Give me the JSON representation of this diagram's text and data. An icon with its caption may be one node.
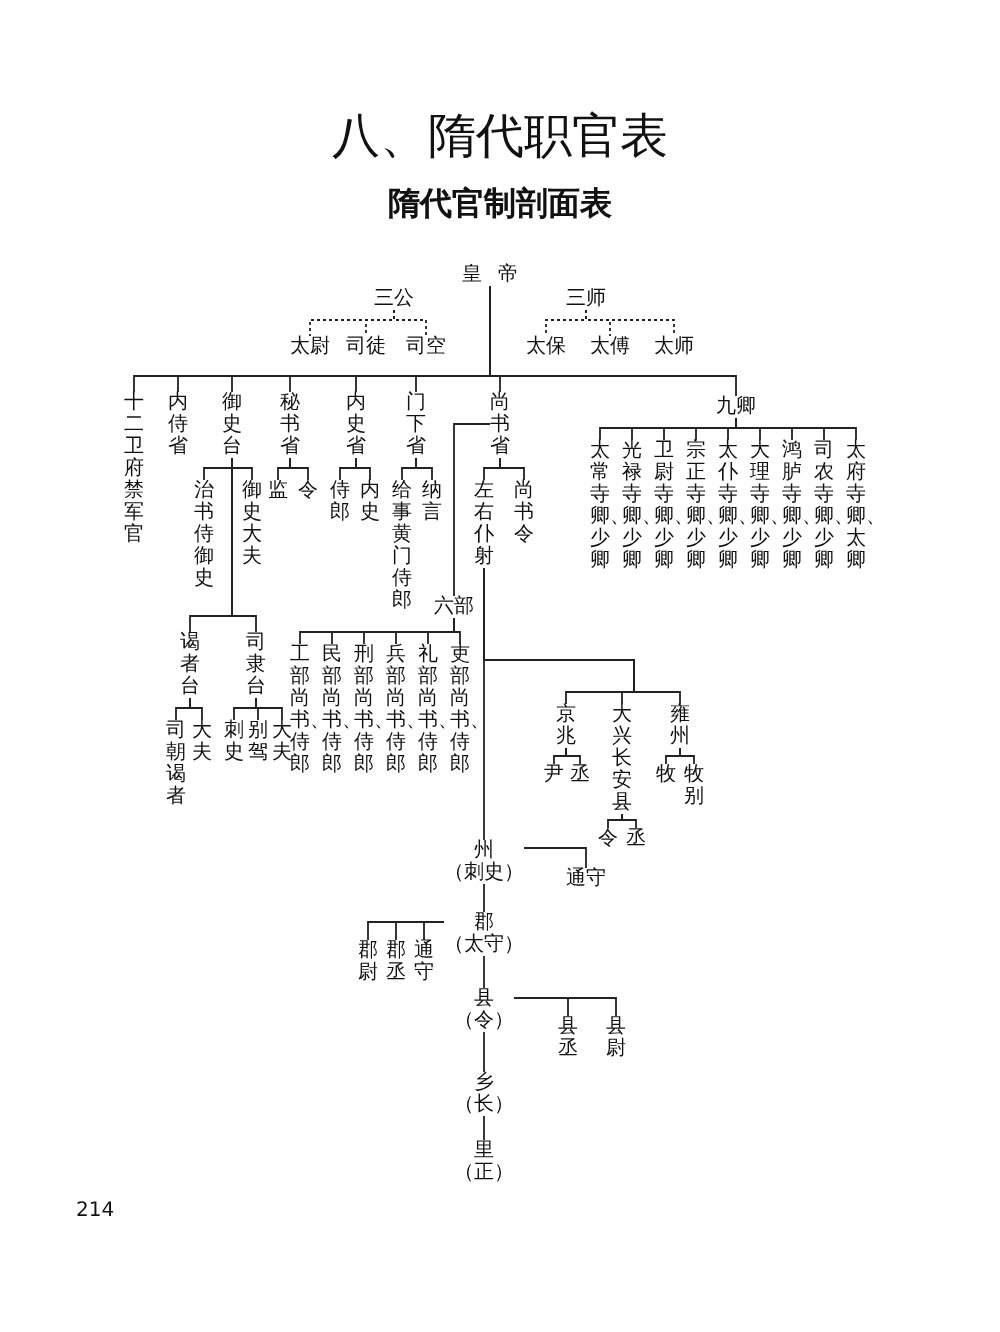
{
  "diagram": {
    "title": "八、隋代职官表",
    "nodes": [
      {
        "text": [
          "皇帝"
        ]
      },
      {
        "text": [
          "三公"
        ]
      },
      {
        "text": [
          "三师"
        ]
      },
      {
        "text": [
          "太尉"
        ]
      },
      {
        "text": [
          "司徒"
        ]
      },
      {
        "text": [
          "司空"
        ]
      },
      {
        "text": [
          "太保"
        ]
      },
      {
        "text": [
          "太傅"
        ]
      },
      {
        "text": [
          "太师"
        ]
      },
      {
        "text": [
          "十二卫府禁军官"
        ]
      },
      {
        "text": [
          "内侍省"
        ]
      },
      {
        "text": [
          "御史台"
        ]
      },
      {
        "text": [
          "秘书省"
        ]
      },
      {
        "text": [
          "内史省"
        ]
      },
      {
        "text": [
          "门下省"
        ]
      },
      {
        "text": [
          "尚书省"
        ]
      },
      {
        "text": [
          "九卿"
        ]
      },
      {
        "text": [
          "治书侍御史"
        ]
      },
      {
        "text": [
          "御史大夫"
        ]
      },
      {
        "text": [
          "谒者台"
        ]
      },
      {
        "text": [
          "司隶台"
        ]
      },
      {
        "text": [
          "司朝谒者"
        ]
      },
      {
        "text": [
          "大夫"
        ]
      },
      {
        "text": [
          "刺史"
        ]
      },
      {
        "text": [
          "别驾"
        ]
      },
      {
        "text": [
          "大夫"
        ]
      },
      {
        "text": [
          "监"
        ]
      },
      {
        "text": [
          "令"
        ]
      },
      {
        "text": [
          "侍郎"
        ]
      },
      {
        "text": [
          "内史"
        ]
      },
      {
        "text": [
          "给事黄门侍郎"
        ]
      },
      {
        "text": [
          "纳言"
        ]
      },
      {
        "text": [
          "左右仆射"
        ]
      },
      {
        "text": [
          "尚书令"
        ]
      },
      {
        "text": [
          "六部"
        ]
      },
      {
        "text": [
          "工部尚书、侍郎"
        ]
      },
      {
        "text": [
          "民部尚书、侍郎"
        ]
      },
      {
        "text": [
          "刑部尚书、侍郎"
        ]
      },
      {
        "text": [
          "兵部尚书、侍郎"
        ]
      },
      {
        "text": [
          "礼部尚书、侍郎"
        ]
      },
      {
        "text": [
          "吏部尚书、侍郎"
        ]
      },
      {
        "text": [
          "京兆"
        ]
      },
      {
        "text": [
          "大兴长安县"
        ]
      },
      {
        "text": [
          "雍州"
        ]
      },
      {
        "text": [
          "尹"
        ]
      },
      {
        "text": [
          "丞"
        ]
      },
      {
        "text": [
          "令"
        ]
      },
      {
        "text": [
          "丞"
        ]
      },
      {
        "text": [
          "牧"
        ]
      },
      {
        "text": [
          "牧别"
        ]
      },
      {
        "text": [
          "太常寺卿、少卿"
        ]
      },
      {
        "text": [
          "光禄寺卿、少卿"
        ]
      },
      {
        "text": [
          "卫尉寺卿、少卿"
        ]
      },
      {
        "text": [
          "宗正寺卿、少卿"
        ]
      },
      {
        "text": [
          "太仆寺卿、少卿"
        ]
      },
      {
        "text": [
          "大理寺卿、少卿"
        ]
      },
      {
        "text": [
          "鸿胪寺卿、少卿"
        ]
      },
      {
        "text": [
          "司农寺卿、少卿"
        ]
      },
      {
        "text": [
          "太府寺卿、太卿"
        ]
      },
      {
        "text": [
          "州",
          "（刺史）"
        ]
      },
      {
        "text": [
          "通守"
        ]
      },
      {
        "text": [
          "郡",
          "（太守）"
        ]
      },
      {
        "text": [
          "郡尉"
        ]
      },
      {
        "text": [
          "郡丞"
        ]
      },
      {
        "text": [
          "通守"
        ]
      },
      {
        "text": [
          "县",
          "（令）"
        ]
      },
      {
        "text": [
          "县丞"
        ]
      },
      {
        "text": [
          "县尉"
        ]
      },
      {
        "text": [
          "乡",
          "（长）"
        ]
      },
      {
        "text": [
          "里",
          "（正）"
        ]
      }
    ],
    "edges": [
      {
        "from": 0,
        "to": 9,
        "arrow": "none"
      },
      {
        "from": 0,
        "to": 10,
        "arrow": "none"
      },
      {
        "from": 0,
        "to": 11,
        "arrow": "none"
      },
      {
        "from": 0,
        "to": 12,
        "arrow": "none"
      },
      {
        "from": 0,
        "to": 13,
        "arrow": "none"
      },
      {
        "from": 0,
        "to": 14,
        "arrow": "none"
      },
      {
        "from": 0,
        "to": 15,
        "arrow": "none"
      },
      {
        "from": 0,
        "to": 16,
        "arrow": "none"
      },
      {
        "from": 1,
        "to": 3,
        "arrow": "none",
        "style": "dashed"
      },
      {
        "from": 1,
        "to": 4,
        "arrow": "none",
        "style": "dashed"
      },
      {
        "from": 1,
        "to": 5,
        "arrow": "none",
        "style": "dashed"
      },
      {
        "from": 2,
        "to": 6,
        "arrow": "none",
        "style": "dashed"
      },
      {
        "from": 2,
        "to": 7,
        "arrow": "none",
        "style": "dashed"
      },
      {
        "from": 2,
        "to": 8,
        "arrow": "none",
        "style": "dashed"
      },
      {
        "from": 11,
        "to": 17,
        "arrow": "none"
      },
      {
        "from": 11,
        "to": 18,
        "arrow": "none"
      },
      {
        "from": 11,
        "to": 19,
        "arrow": "none"
      },
      {
        "from": 11,
        "to": 20,
        "arrow": "none"
      },
      {
        "from": 19,
        "to": 21,
        "arrow": "none"
      },
      {
        "from": 19,
        "to": 22,
        "arrow": "none"
      },
      {
        "from": 20,
        "to": 23,
        "arrow": "none"
      },
      {
        "from": 20,
        "to": 24,
        "arrow": "none"
      },
      {
        "from": 20,
        "to": 25,
        "arrow": "none"
      },
      {
        "from": 12,
        "to": 26,
        "arrow": "none"
      },
      {
        "from": 12,
        "to": 27,
        "arrow": "none"
      },
      {
        "from": 13,
        "to": 28,
        "arrow": "none"
      },
      {
        "from": 13,
        "to": 29,
        "arrow": "none"
      },
      {
        "from": 14,
        "to": 30,
        "arrow": "none"
      },
      {
        "from": 14,
        "to": 31,
        "arrow": "none"
      },
      {
        "from": 15,
        "to": 32,
        "arrow": "none"
      },
      {
        "from": 15,
        "to": 33,
        "arrow": "none"
      },
      {
        "from": 15,
        "to": 34,
        "arrow": "none"
      },
      {
        "from": 34,
        "to": 35,
        "arrow": "none"
      },
      {
        "from": 34,
        "to": 36,
        "arrow": "none"
      },
      {
        "from": 34,
        "to": 37,
        "arrow": "none"
      },
      {
        "from": 34,
        "to": 38,
        "arrow": "none"
      },
      {
        "from": 34,
        "to": 39,
        "arrow": "none"
      },
      {
        "from": 34,
        "to": 40,
        "arrow": "none"
      },
      {
        "from": 16,
        "to": 50,
        "arrow": "none"
      },
      {
        "from": 16,
        "to": 51,
        "arrow": "none"
      },
      {
        "from": 16,
        "to": 52,
        "arrow": "none"
      },
      {
        "from": 16,
        "to": 53,
        "arrow": "none"
      },
      {
        "from": 16,
        "to": 54,
        "arrow": "none"
      },
      {
        "from": 16,
        "to": 55,
        "arrow": "none"
      },
      {
        "from": 16,
        "to": 56,
        "arrow": "none"
      },
      {
        "from": 16,
        "to": 57,
        "arrow": "none"
      },
      {
        "from": 16,
        "to": 58,
        "arrow": "none"
      },
      {
        "from": 32,
        "to": 41,
        "arrow": "none"
      },
      {
        "from": 32,
        "to": 42,
        "arrow": "none"
      },
      {
        "from": 32,
        "to": 43,
        "arrow": "none"
      },
      {
        "from": 41,
        "to": 44,
        "arrow": "none"
      },
      {
        "from": 41,
        "to": 45,
        "arrow": "none"
      },
      {
        "from": 42,
        "to": 46,
        "arrow": "none"
      },
      {
        "from": 42,
        "to": 47,
        "arrow": "none"
      },
      {
        "from": 43,
        "to": 48,
        "arrow": "none"
      },
      {
        "from": 43,
        "to": 49,
        "arrow": "none"
      },
      {
        "from": 32,
        "to": 59,
        "arrow": "none"
      },
      {
        "from": 59,
        "to": 60,
        "arrow": "none"
      },
      {
        "from": 59,
        "to": 61,
        "arrow": "none"
      },
      {
        "from": 61,
        "to": 62,
        "arrow": "none"
      },
      {
        "from": 61,
        "to": 63,
        "arrow": "none"
      },
      {
        "from": 61,
        "to": 64,
        "arrow": "none"
      },
      {
        "from": 61,
        "to": 65,
        "arrow": "none"
      },
      {
        "from": 65,
        "to": 66,
        "arrow": "none"
      },
      {
        "from": 65,
        "to": 67,
        "arrow": "none"
      },
      {
        "from": 65,
        "to": 68,
        "arrow": "none"
      },
      {
        "from": 68,
        "to": 69,
        "arrow": "none"
      }
    ],
    "labels": [
      "隋代官制剖面表",
      "214"
    ]
  }
}
